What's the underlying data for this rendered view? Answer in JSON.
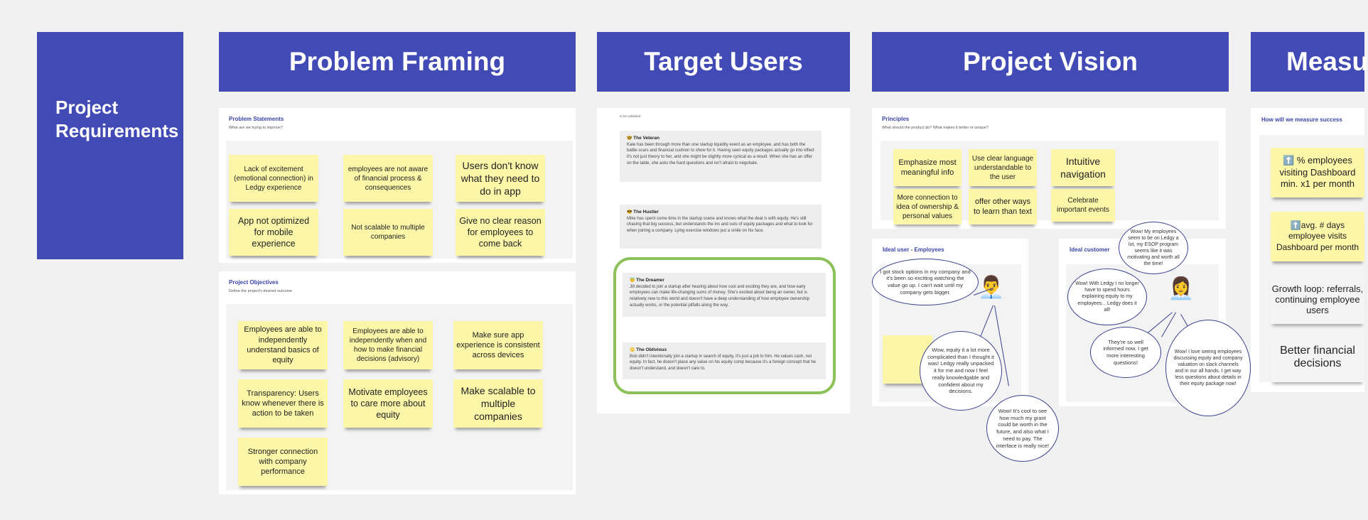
{
  "requirements": {
    "title": "Project Requirements"
  },
  "headers": {
    "problem_framing": "Problem Framing",
    "target_users": "Target Users",
    "project_vision": "Project Vision",
    "measure": "Measu"
  },
  "problem_statements": {
    "title": "Problem Statements",
    "subtitle": "What are we trying to improve?",
    "notes": [
      "Lack of excitement (emotional connection) in Ledgy experience",
      "employees are not aware of financial process & consequences",
      "Users don't know what they need to do in app",
      "App not optimized for mobile experience",
      "Not scalable to multiple companies",
      "Give no clear reason for employees to come back"
    ]
  },
  "project_objectives": {
    "title": "Project Objectives",
    "subtitle": "Define the project's desired outcome",
    "notes": [
      "Employees are able to independently understand basics of equity",
      "Employees are able to independently when and how to make financial decisions (advisory)",
      "Make sure app experience is consistent across devices",
      "Transparency: Users know whenever there is action to be taken",
      "Motivate employees to care more about equity",
      "Make scalable to multiple companies",
      "Stronger connection with company performance"
    ]
  },
  "target_users": {
    "note": "to be validated",
    "personas": [
      {
        "icon": "🤓",
        "name": "The Veteran",
        "text": "Kate has been through more than one startup liquidity event as an employee, and has both the battle scars and financial cushion to show for it. Having seen equity packages actually go into effect it's not just theory to her, and she might be slightly more cynical as a result. When she has an offer on the table, she asks the hard questions and isn't afraid to negotiate."
      },
      {
        "icon": "😎",
        "name": "The Hustler",
        "text": "Mike has spent some time in the startup scene and knows what the deal is with equity. He's still chasing that big success, but understands the ins and outs of equity packages and what to look for when joining a company. Lying exercise windows put a smile on his face."
      },
      {
        "icon": "😇",
        "name": "The Dreamer",
        "text": "Jill decided to join a startup after hearing about how cool and exciting they are, and how early employees can make life-changing sums of money. She's excited about being an owner, but is relatively new to this world and doesn't have a deep understanding of how employee ownership actually works, or the potential pitfalls along the way."
      },
      {
        "icon": "🙄",
        "name": "The Oblivious",
        "text": "Bob didn't intentionally join a startup in search of equity, it's just a job to him. He values cash, not equity. In fact, he doesn't place any value on his equity comp because it's a foreign concept that he doesn't understand, and doesn't care to."
      }
    ]
  },
  "principles": {
    "title": "Principles",
    "subtitle": "What should the product do? What makes it better or unique?",
    "notes": [
      "Emphasize most meaningful info",
      "Use clear language understandable to the user",
      "Intuitive navigation",
      "More connection to idea of ownership & personal values",
      "offer other ways to learn than text",
      "Celebrate important events"
    ]
  },
  "ideal_employees": {
    "title": "Ideal user - Employees",
    "avatar": "👨‍💼",
    "bubbles": [
      "I got stock options in my company and it's been so exciting watching the value go up. I can't wait until my company gets bigger.",
      "Wow, equity it a lot more complicated than I thought it was! Ledgy really unpacked it for me and now I feel really knowledgable and confident about my decisions.",
      "Wow! It's cool to see how much my grant could be worth in the future, and also what I need to pay. The interface is really nice!"
    ]
  },
  "ideal_customer": {
    "title": "Ideal customer",
    "avatar": "👩‍💼",
    "bubbles": [
      "Wow! My employees seem to be on Ledgy a lot, my ESOP program seems like it was motivating and worth all the time!",
      "Wow! With Ledgy I no longer have to spend hours explaining equity to my employees... Ledgy does it all!",
      "They're so well informed now, I get more interesting questions!",
      "Wow! I love seeing employees discussing equity and company valuation on slack channels and in our all hands. I get way less questions about details in their equity package now!"
    ]
  },
  "measure": {
    "title": "How will we measure success",
    "notes": [
      {
        "icon": "⬆️",
        "text": "% employees visiting Dashboard min. x1 per month"
      },
      {
        "icon": "⬆️",
        "text": "avg. # days employee visits Dashboard per month"
      },
      {
        "icon": "",
        "text": "Growth loop: referrals, continuing employee users"
      },
      {
        "icon": "",
        "text": "Better financial decisions"
      }
    ]
  }
}
